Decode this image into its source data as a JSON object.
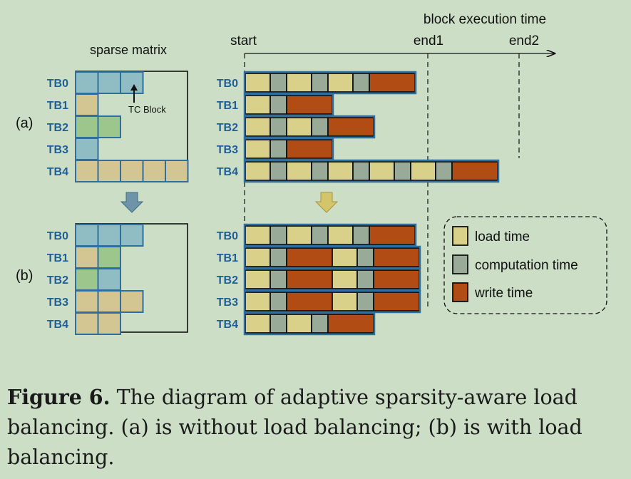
{
  "colors": {
    "background": "#ccdfc6",
    "tb_label": "#1f5f96",
    "cell_border": "#2f6f9f",
    "load": "#d9d08a",
    "compute": "#9aaa99",
    "write": "#b04c14",
    "cell_blue": "#90bcc3",
    "cell_tan": "#d3c693",
    "cell_green": "#9cc68c",
    "arrow_blue": "#6e94aa",
    "arrow_gold": "#d4c46a"
  },
  "labels": {
    "sparse_matrix": "sparse matrix",
    "tc_block": "TC Block",
    "block_execution_time": "block execution time",
    "start": "start",
    "end1": "end1",
    "end2": "end2",
    "part_a": "(a)",
    "part_b": "(b)"
  },
  "legend": {
    "load": "load time",
    "compute": "computation time",
    "write": "write time"
  },
  "thread_blocks": [
    "TB0",
    "TB1",
    "TB2",
    "TB3",
    "TB4"
  ],
  "part_a": {
    "matrix_rows": [
      [
        "blue",
        "blue",
        "blue"
      ],
      [
        "tan"
      ],
      [
        "green",
        "green"
      ],
      [
        "blue"
      ],
      [
        "tan",
        "tan",
        "tan",
        "tan",
        "tan"
      ]
    ],
    "timeline_rows": [
      "LCLCLCW",
      "LCW",
      "LCLCW",
      "LCW",
      "LCLCLCLCLCW"
    ]
  },
  "part_b": {
    "matrix_rows": [
      [
        "blue",
        "blue",
        "blue"
      ],
      [
        "tan",
        "green"
      ],
      [
        "green",
        "blue"
      ],
      [
        "tan",
        "tan",
        "tan"
      ],
      [
        "tan",
        "tan"
      ]
    ],
    "timeline_rows": [
      "LCLCLCW",
      "LCWLCW",
      "LCWLCW",
      "LCWLCW",
      "LCLCW"
    ]
  },
  "caption": {
    "label": "Figure 6.",
    "text": " The diagram of adaptive sparsity-aware load balancing. (a) is without load balancing; (b) is with load balancing."
  }
}
